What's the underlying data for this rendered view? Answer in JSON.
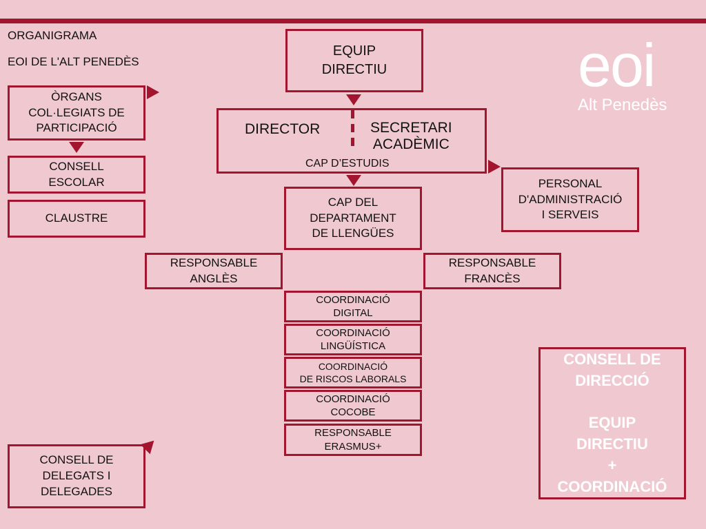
{
  "header": {
    "title": "ORGANIGRAMA",
    "subtitle": "EOI DE L'ALT PENEDÈS"
  },
  "logo": {
    "main": "eoi",
    "sub": "Alt Penedès"
  },
  "left": {
    "organs": "ÒRGANS\nCOL·LEGIATS DE\nPARTICIPACIÓ",
    "consell_escolar": "CONSELL\nESCOLAR",
    "claustre": "CLAUSTRE",
    "delegats": "CONSELL DE\nDELEGATS I\nDELEGADES"
  },
  "center": {
    "equip": "EQUIP\nDIRECTIU",
    "director": "DIRECTOR",
    "secretari": "SECRETARI\nACADÈMIC",
    "cap_estudis": "CAP D’ESTUDIS",
    "cap_dept": "CAP DEL\nDEPARTAMENT\nDE LLENGÜES",
    "resp_angles": "RESPONSABLE\nANGLÈS",
    "resp_frances": "RESPONSABLE\nFRANCÈS",
    "coord": [
      "COORDINACIÓ\nDIGITAL",
      "COORDINACIÓ\nLINGÜÍSTICA",
      "COORDINACIÓ\nDE RISCOS LABORALS",
      "COORDINACIÓ\nCOCOBE",
      "RESPONSABLE\nERASMUS+"
    ]
  },
  "right": {
    "personal": "PERSONAL\nD'ADMINISTRACIÓ\nI SERVEIS",
    "consell_direccio": "CONSELL DE\nDIRECCIÓ\n\nEQUIP\nDIRECTIU\n+\nCOORDINACIÓ"
  }
}
